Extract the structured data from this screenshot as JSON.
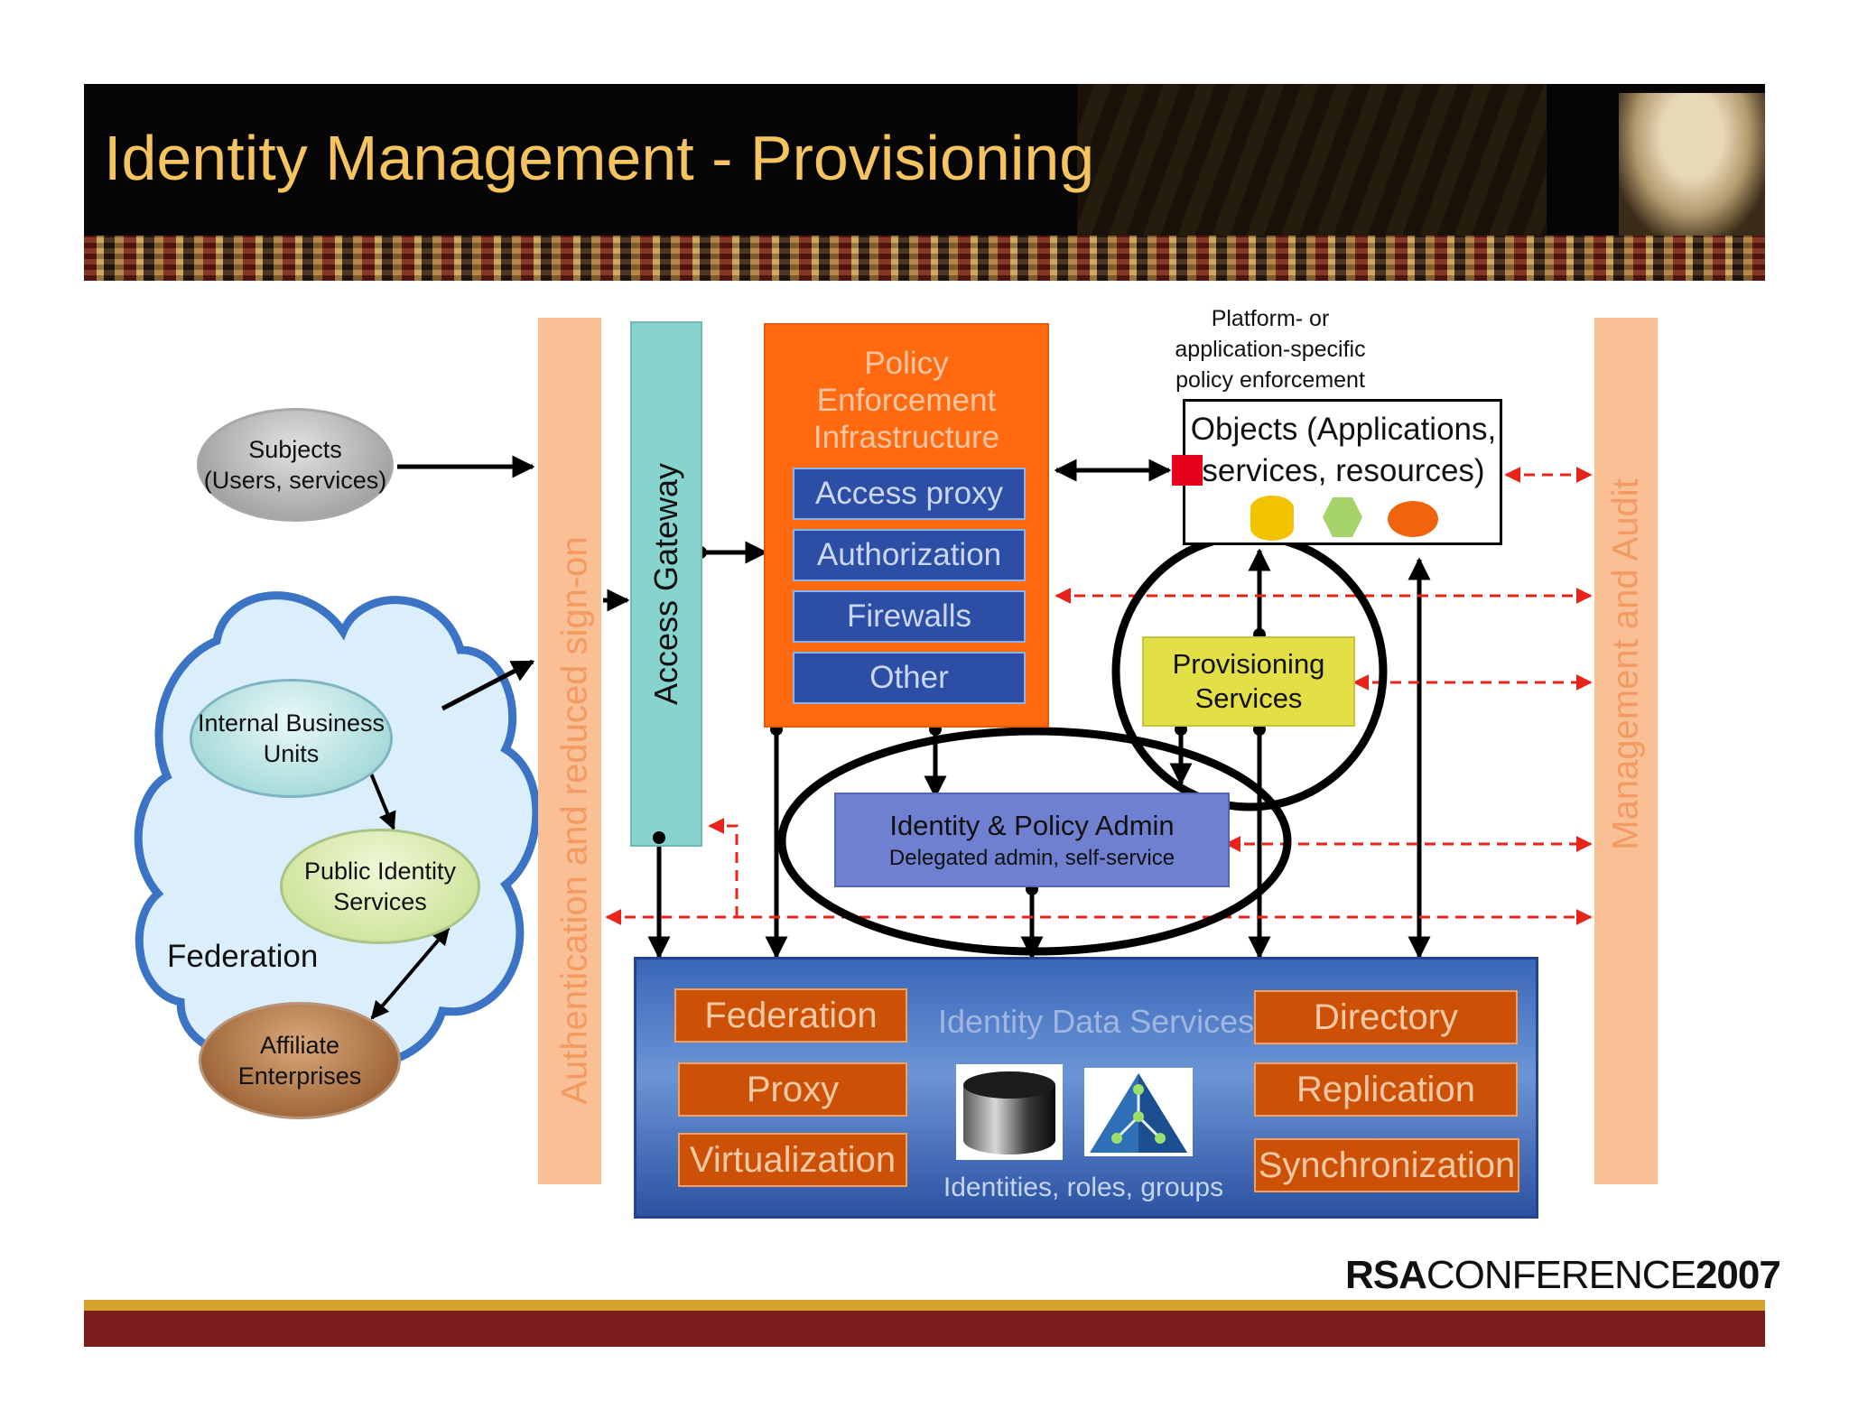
{
  "slide": {
    "title": "Identity Management - Provisioning",
    "footer_brand": "RSA",
    "footer_conference": "CONFERENCE",
    "footer_year": "2007"
  },
  "diagram": {
    "subjects": {
      "line1": "Subjects",
      "line2": "(Users, services)"
    },
    "federation": {
      "label": "Federation",
      "internal": {
        "line1": "Internal Business",
        "line2": "Units"
      },
      "public": {
        "line1": "Public Identity",
        "line2": "Services"
      },
      "affiliate": {
        "line1": "Affiliate",
        "line2": "Enterprises"
      }
    },
    "auth_bar": "Authentication and reduced sign-on",
    "access_gateway": "Access Gateway",
    "policy_infra": {
      "line1": "Policy",
      "line2": "Enforcement",
      "line3": "Infrastructure",
      "items": [
        "Access proxy",
        "Authorization",
        "Firewalls",
        "Other"
      ]
    },
    "platform_note": {
      "line1": "Platform- or",
      "line2": "application-specific",
      "line3": "policy enforcement"
    },
    "objects": {
      "line1": "Objects (Applications,",
      "line2": "services, resources)"
    },
    "provisioning": {
      "line1": "Provisioning",
      "line2": "Services"
    },
    "identity_admin": {
      "title": "Identity & Policy Admin",
      "subtitle": "Delegated admin, self-service"
    },
    "management_bar": "Management and Audit",
    "data_services": {
      "title": "Identity Data Services",
      "subtitle": "Identities, roles, groups",
      "left_items": [
        "Federation",
        "Proxy",
        "Virtualization"
      ],
      "right_items": [
        "Directory",
        "Replication",
        "Synchronization"
      ]
    },
    "colors": {
      "title": "#f6c45e",
      "policy_orange": "#ff6a10",
      "policy_item_blue": "#2c4ea4",
      "gateway_teal": "#86d4cd",
      "bar_peach": "#fbbf95",
      "provisioning_yellow": "#e3df46",
      "admin_blue": "#6f80d0",
      "data_services_blue": "#2f58a6",
      "dashed_red": "#e8231b"
    }
  }
}
